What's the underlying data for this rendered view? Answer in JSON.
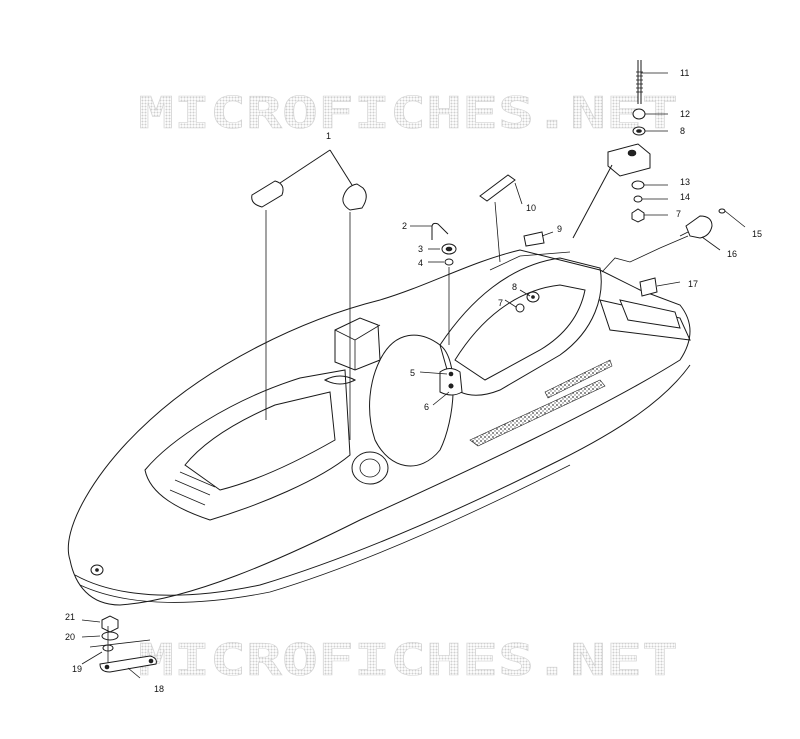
{
  "watermark": {
    "text": "MICROFICHES.NET",
    "color": "#d4d4d4"
  },
  "callouts": [
    "1",
    "2",
    "3",
    "4",
    "5",
    "6",
    "7",
    "8",
    "9",
    "10",
    "11",
    "12",
    "8",
    "13",
    "14",
    "7",
    "15",
    "16",
    "17",
    "18",
    "19",
    "20",
    "21"
  ],
  "colors": {
    "line": "#1a1a1a",
    "background": "#ffffff"
  }
}
